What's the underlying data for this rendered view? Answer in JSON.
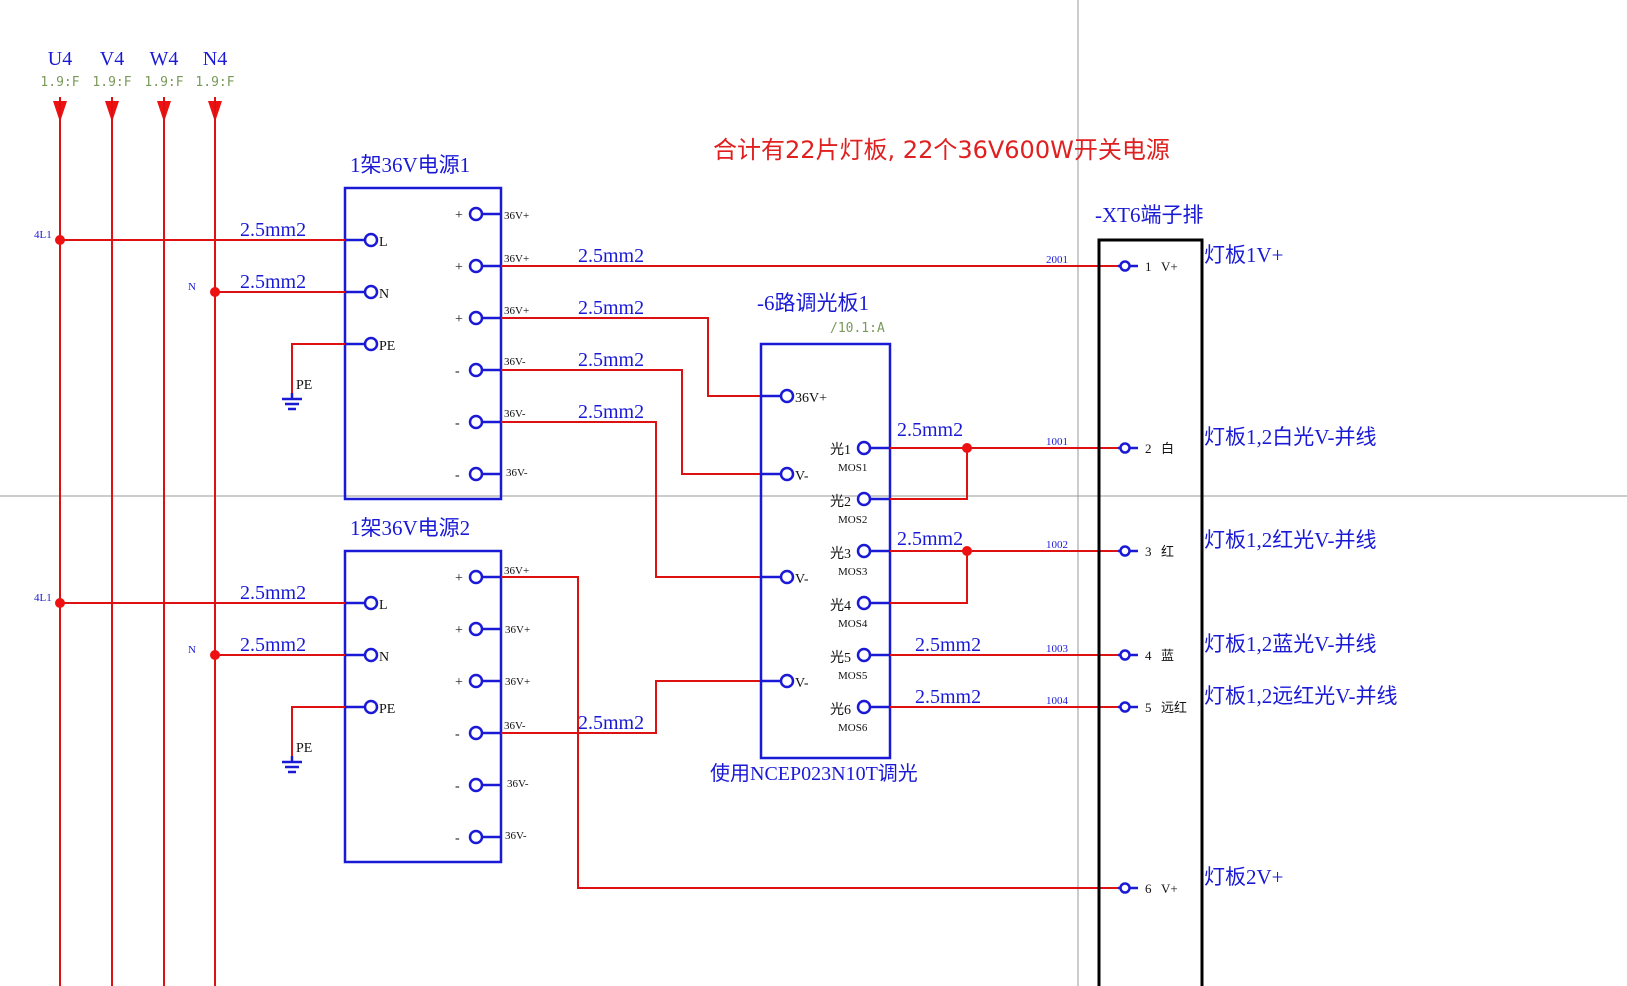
{
  "busbars": [
    {
      "name": "U4",
      "ref": "1.9:F"
    },
    {
      "name": "V4",
      "ref": "1.9:F"
    },
    {
      "name": "W4",
      "ref": "1.9:F"
    },
    {
      "name": "N4",
      "ref": "1.9:F"
    }
  ],
  "note": "合计有22片灯板, 22个36V600W开关电源",
  "psu1": {
    "title": "1架36V电源1",
    "inputs": [
      "L",
      "N",
      "PE"
    ],
    "outputs": [
      {
        "sign": "+",
        "label": "36V+"
      },
      {
        "sign": "+",
        "label": "36V+"
      },
      {
        "sign": "+",
        "label": "36V+"
      },
      {
        "sign": "-",
        "label": "36V-"
      },
      {
        "sign": "-",
        "label": "36V-"
      },
      {
        "sign": "-",
        "label": "36V-"
      }
    ],
    "l_node": "4L1",
    "n_node": "N",
    "ground_label": "PE"
  },
  "psu2": {
    "title": "1架36V电源2",
    "inputs": [
      "L",
      "N",
      "PE"
    ],
    "outputs": [
      {
        "sign": "+",
        "label": "36V+"
      },
      {
        "sign": "+",
        "label": "36V+"
      },
      {
        "sign": "+",
        "label": "36V+"
      },
      {
        "sign": "-",
        "label": "36V-"
      },
      {
        "sign": "-",
        "label": "36V-"
      },
      {
        "sign": "-",
        "label": "36V-"
      }
    ],
    "l_node": "4L1",
    "n_node": "N",
    "ground_label": "PE"
  },
  "wire_size": "2.5mm2",
  "dimmer": {
    "title": "-6路调光板1",
    "ref": "/10.1:A",
    "left_pins": [
      "36V+",
      "V-",
      "V-",
      "V-"
    ],
    "channels": [
      {
        "label": "光1",
        "mos": "MOS1"
      },
      {
        "label": "光2",
        "mos": "MOS2"
      },
      {
        "label": "光3",
        "mos": "MOS3"
      },
      {
        "label": "光4",
        "mos": "MOS4"
      },
      {
        "label": "光5",
        "mos": "MOS5"
      },
      {
        "label": "光6",
        "mos": "MOS6"
      }
    ],
    "caption": "使用NCEP023N10T调光"
  },
  "terminal": {
    "title": "-XT6端子排",
    "rows": [
      {
        "wire": "2001",
        "num": "1",
        "name": "V+",
        "desc": "灯板1V+"
      },
      {
        "wire": "1001",
        "num": "2",
        "name": "白",
        "desc": "灯板1,2白光V-并线"
      },
      {
        "wire": "1002",
        "num": "3",
        "name": "红",
        "desc": "灯板1,2红光V-并线"
      },
      {
        "wire": "1003",
        "num": "4",
        "name": "蓝",
        "desc": "灯板1,2蓝光V-并线"
      },
      {
        "wire": "1004",
        "num": "5",
        "name": "远红",
        "desc": "灯板1,2远红光V-并线"
      },
      {
        "wire": "",
        "num": "6",
        "name": "V+",
        "desc": "灯板2V+"
      }
    ]
  }
}
